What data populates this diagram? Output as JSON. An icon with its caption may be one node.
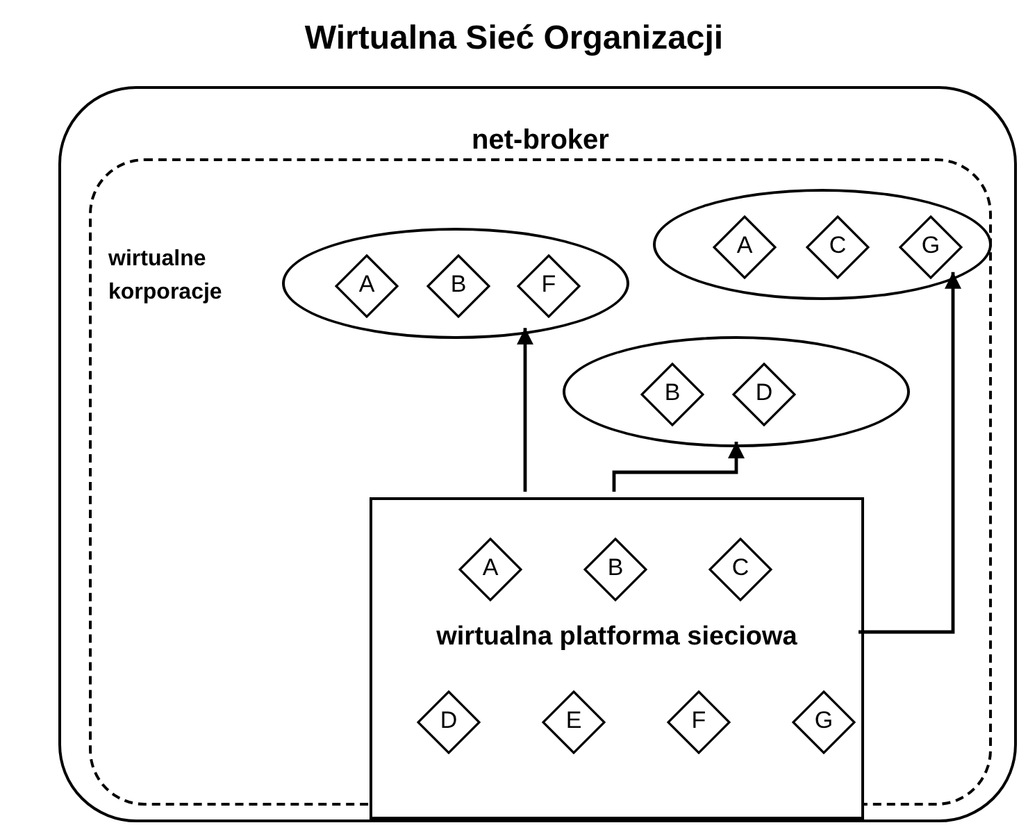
{
  "diagram": {
    "title": "Wirtualna Sieć Organizacji",
    "nodes": [
      {
        "text": [],
        "shape": "box"
      },
      {
        "text": [
          "net-broker"
        ],
        "in": 0
      },
      {
        "text": [],
        "shape": "ellipse",
        "in": 1
      },
      {
        "text": [
          "A"
        ],
        "in": 2
      },
      {
        "text": [
          "B"
        ],
        "in": 2
      },
      {
        "text": [
          "F"
        ],
        "in": 2
      },
      {
        "text": [],
        "shape": "ellipse",
        "in": 1
      },
      {
        "text": [
          "A"
        ],
        "in": 6
      },
      {
        "text": [
          "C"
        ],
        "in": 6
      },
      {
        "text": [
          "G"
        ],
        "in": 6
      },
      {
        "text": [],
        "shape": "ellipse",
        "in": 1
      },
      {
        "text": [
          "B"
        ],
        "in": 10
      },
      {
        "text": [
          "D"
        ],
        "in": 10
      },
      {
        "text": [
          "wirtualna platforma sieciowa"
        ],
        "in": 1
      },
      {
        "text": [
          "A"
        ],
        "in": 13
      },
      {
        "text": [
          "B"
        ],
        "in": 13
      },
      {
        "text": [
          "C"
        ],
        "in": 13
      },
      {
        "text": [
          "D"
        ],
        "in": 13
      },
      {
        "text": [
          "E"
        ],
        "in": 13
      },
      {
        "text": [
          "F"
        ],
        "in": 13
      },
      {
        "text": [
          "G"
        ],
        "in": 13
      }
    ],
    "edges": [
      {
        "from": 13,
        "to": 2,
        "arrow": "to"
      },
      {
        "from": 13,
        "to": 10,
        "arrow": "to"
      },
      {
        "from": 13,
        "to": 6,
        "arrow": "to"
      }
    ],
    "labels": [
      "wirtualne korporacje"
    ]
  }
}
